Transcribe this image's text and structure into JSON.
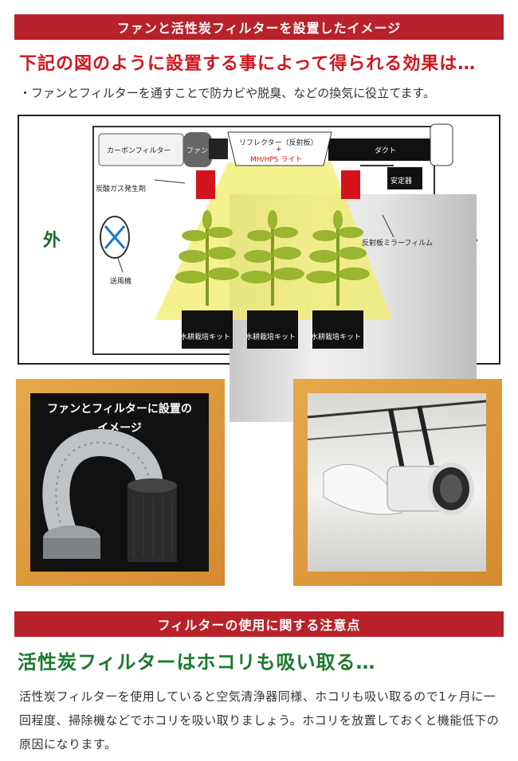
{
  "section1": {
    "banner": "ファンと活性炭フィルターを設置したイメージ",
    "headline": "下記の図のように設置する事によって得られる効果は…",
    "intro": "・ファンとフィルターを通すことで防カビや脱臭、などの換気に役立てます。"
  },
  "diagram": {
    "outside_left": "外",
    "outside_right": "外",
    "carbon_filter": "カーボンフィルター",
    "fan": "ファン",
    "reflector": "リフレクター（反射板）",
    "plus": "+",
    "light": "MH/HPS ライト",
    "duct": "ダクト",
    "co2_generator": "炭酸ガス発生剤",
    "ballast": "安定器",
    "mirror_film": "反射板ミラーフィルム",
    "blower": "送風機",
    "hydro_kits": [
      "水耕栽培キット",
      "水耕栽培キット",
      "水耕栽培キット"
    ]
  },
  "photos": {
    "photo1_caption_line1": "ファンとフィルターに設置の",
    "photo1_caption_line2": "イメージ"
  },
  "section2": {
    "banner": "フィルターの使用に関する注意点",
    "headline": "活性炭フィルターはホコリも吸い取る…",
    "body": "活性炭フィルターを使用していると空気清浄器同様、ホコリも吸い取るので1ヶ月に一回程度、掃除機などでホコリを吸い取りましょう。ホコリを放置しておくと機能低下の原因になります。"
  },
  "colors": {
    "banner": "#b9222a",
    "headline_red": "#d0161e",
    "headline_green": "#1b7a2d",
    "frame": "#d89a3c"
  }
}
